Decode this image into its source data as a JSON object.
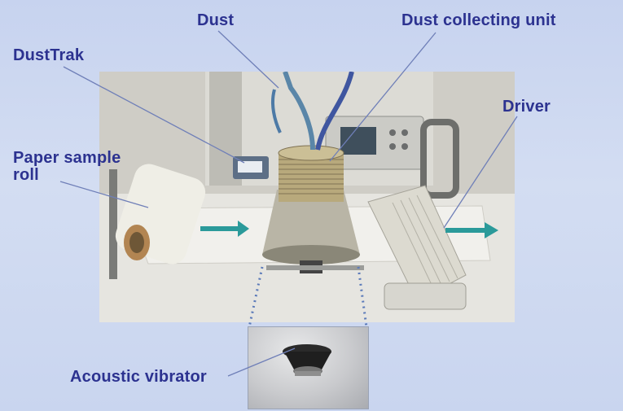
{
  "labels": {
    "dust": "Dust",
    "dust_collecting_unit": "Dust collecting unit",
    "dusttrak": "DustTrak",
    "driver": "Driver",
    "paper_sample_roll": "Paper sample\nroll",
    "acoustic_vibrator": "Acoustic vibrator"
  },
  "colors": {
    "label_text": "#2c3290",
    "leader_line": "#6f7fb8",
    "flow_arrow": "#2b9a9a",
    "background": "#c9d5ef"
  },
  "icons": {
    "flow_arrow": "right-arrow-icon"
  }
}
